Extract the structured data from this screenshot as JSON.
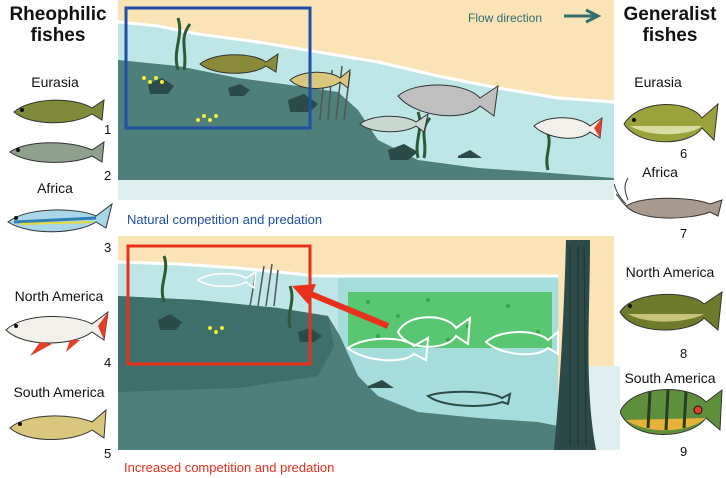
{
  "left": {
    "title_line1": "Rheophilic",
    "title_line2": "fishes",
    "regions": [
      "Eurasia",
      "Africa",
      "North America",
      "South America"
    ],
    "numbers": [
      "1",
      "2",
      "3",
      "4",
      "5"
    ]
  },
  "right": {
    "title_line1": "Generalist",
    "title_line2": "fishes",
    "regions": [
      "Eurasia",
      "Africa",
      "North America",
      "South America"
    ],
    "numbers": [
      "6",
      "7",
      "8",
      "9"
    ]
  },
  "top_panel": {
    "flow_label": "Flow direction",
    "caption": "Natural competition and predation",
    "caption_color": "#1f4fa8"
  },
  "bottom_panel": {
    "caption": "Increased competition and predation",
    "caption_color": "#e8301c"
  },
  "colors": {
    "sky": "#fbe3b8",
    "water": "#bfe6e6",
    "water_deep": "#8fcfd0",
    "bed": "#4f7f7a",
    "rock": "#2c4a47",
    "algae": "#3fbf4f",
    "frame_blue": "#1f4fa8",
    "frame_red": "#e8301c"
  }
}
